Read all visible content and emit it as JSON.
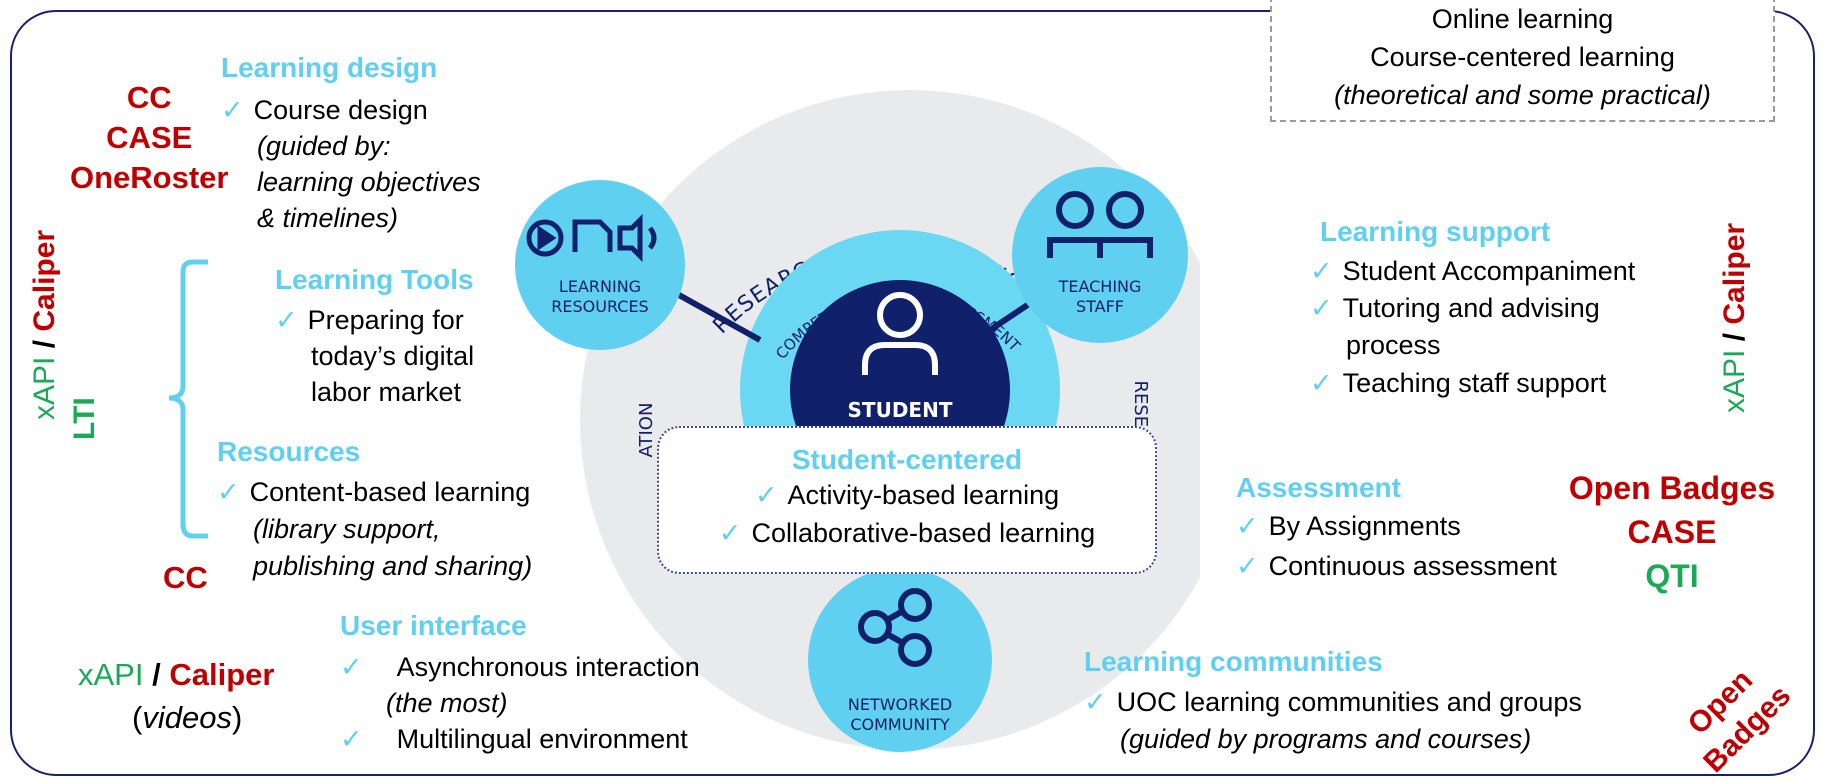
{
  "top_box": {
    "line1": "Online learning",
    "line2": "Course-centered learning",
    "line3": "(theoretical and some practical)"
  },
  "diagram": {
    "ring_top": "RESEARCH AND INNOVATION",
    "ring_inner": "COMPETENCY-BASED ASSESSMENT",
    "ring_left": "ATION",
    "ring_right": "RESEA",
    "center": "STUDENT",
    "nodes": {
      "resources": [
        "LEARNING",
        "RESOURCES"
      ],
      "staff": [
        "TEACHING",
        "STAFF"
      ],
      "community": [
        "NETWORKED",
        "COMMUNITY"
      ]
    }
  },
  "learning_design": {
    "heading": "Learning design",
    "lines": [
      "Course design",
      "(guided by:",
      "learning objectives",
      "& timelines)"
    ],
    "standards": [
      "CC",
      "CASE",
      "OneRoster"
    ]
  },
  "learning_tools": {
    "heading": "Learning Tools",
    "lines": [
      "Preparing for",
      "today’s digital",
      "labor market"
    ]
  },
  "left_standards": {
    "lti": "LTI",
    "xapi": "xAPI",
    "slash": "/",
    "caliper": "Caliper"
  },
  "resources": {
    "heading": "Resources",
    "lines": [
      "Content-based learning",
      "(library support,",
      "publishing and sharing)"
    ],
    "standard": "CC"
  },
  "user_interface": {
    "heading": "User interface",
    "items": [
      "Asynchronous interaction",
      "(the most)",
      "Multilingual environment"
    ],
    "std_xapi": "xAPI",
    "std_slash": "/",
    "std_caliper": "Caliper",
    "std_videos_pre": "(",
    "std_videos": "videos",
    "std_videos_post": ")"
  },
  "student_centered": {
    "heading": "Student-centered",
    "items": [
      "Activity-based learning",
      "Collaborative-based learning"
    ]
  },
  "learning_support": {
    "heading": "Learning support",
    "items": [
      "Student Accompaniment",
      "Tutoring and advising",
      "process",
      "Teaching staff support"
    ],
    "std_xapi": "xAPI",
    "std_slash": "/",
    "std_caliper": "Caliper"
  },
  "assessment": {
    "heading": "Assessment",
    "items": [
      "By Assignments",
      "Continuous assessment"
    ],
    "standards": [
      "Open Badges",
      "CASE",
      "QTI"
    ]
  },
  "learning_communities": {
    "heading": "Learning communities",
    "items": [
      "UOC learning communities and groups",
      "(guided by programs and courses)"
    ],
    "standard_lines": [
      "Open",
      "Badges"
    ]
  },
  "check": "✓",
  "colors": {
    "frame": "#1a1f6e",
    "accent": "#5fd0f0",
    "red": "#c00000",
    "green": "#1aaa55",
    "navy": "#10206b",
    "ring": "#e9eaec"
  }
}
